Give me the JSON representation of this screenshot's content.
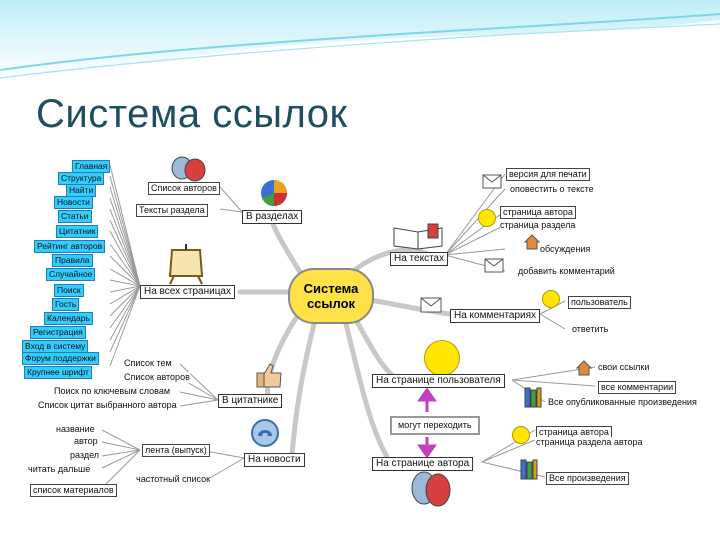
{
  "slide": {
    "title": "Система ссылок",
    "accent": "#1f4e5f",
    "wave_color": "#7fd6e8"
  },
  "diagram": {
    "center": {
      "line1": "Система",
      "line2": "ссылок",
      "color": "#ffe14a"
    },
    "left_list_top": [
      "Главная",
      "Структура",
      "Найти",
      "Новости",
      "Статьи",
      "Цитатник",
      "Рейтинг авторов",
      "Правила",
      "Случайное",
      "Поиск",
      "Гость",
      "Календарь",
      "Регистрация",
      "Вход в систему",
      "Форум поддержки",
      "Крупнее шрифт"
    ],
    "branches": {
      "sections": "В разделах",
      "all_pages": "На всех страницах",
      "quotes": "В цитатнике",
      "news": "На новости",
      "texts": "На текстах",
      "comments": "На комментариях",
      "user_page": "На странице пользователя",
      "author_page": "На странице автора",
      "move_label": "могут переходить"
    },
    "sections_items": [
      "Список авторов",
      "Тексты раздела"
    ],
    "quotes_items": [
      "Список тем",
      "Список авторов",
      "Поиск по ключевым словам",
      "Список цитат выбранного автора"
    ],
    "news_items": [
      "название",
      "автор",
      "раздел",
      "читать дальше",
      "список материалов"
    ],
    "news_mid": [
      "лента (выпуск)",
      "частотный список"
    ],
    "texts_items": [
      "версия для печати",
      "оповестить о тексте",
      "страница автора",
      "страница раздела",
      "обсуждения",
      "добавить комментарий"
    ],
    "comments_items": [
      "пользователь",
      "ответить"
    ],
    "user_items": [
      "свои ссылки",
      "все комментарии",
      "Все опубликованные произведения"
    ],
    "author_items": [
      "страница автора",
      "страница раздела автора",
      "Все произведения"
    ],
    "accent_colors": {
      "cyan": "#33ccff",
      "arrow": "#cfcfcf",
      "purple": "#c040c0"
    }
  }
}
